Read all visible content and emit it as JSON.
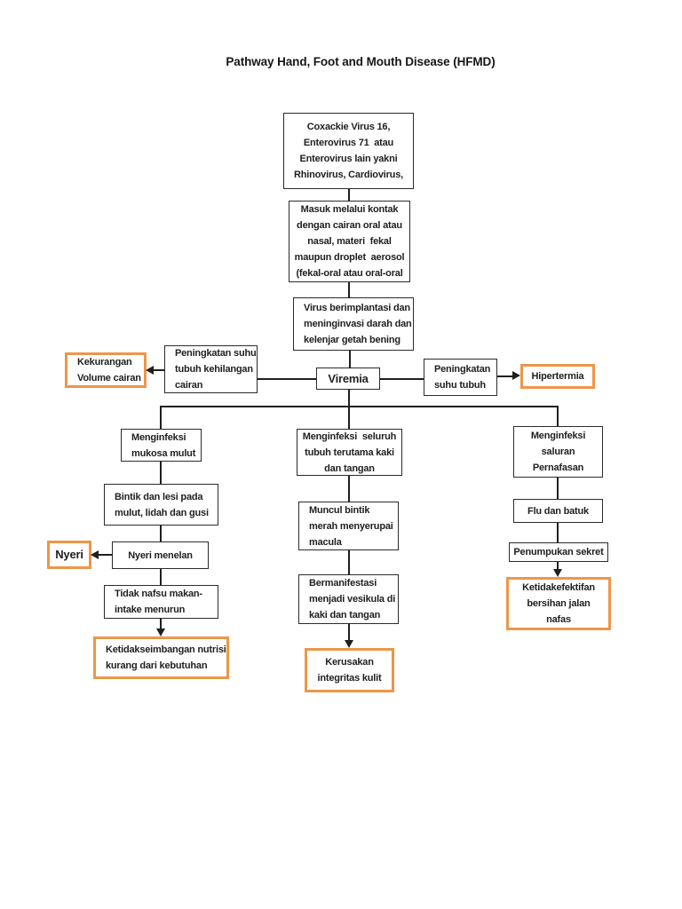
{
  "title": "Pathway Hand, Foot and Mouth Disease (HFMD)",
  "colors": {
    "accent_orange": "#ED9649",
    "line_black": "#1f1f1f",
    "page_background": "#ffffff"
  },
  "nodes": {
    "virus_source": {
      "text": "Coxackie Virus 16,\nEnterovirus 71  atau\nEnterovirus lain yakni\nRhinovirus, Cardiovirus,"
    },
    "entry_route": {
      "text": "Masuk melalui kontak\ndengan cairan oral atau\nnasal, materi  fekal\nmaupun droplet  aerosol\n(fekal-oral atau oral-oral"
    },
    "implantation": {
      "text": "Virus berimplantasi dan\nmeninginvasi darah dan\nkelenjar getah bening"
    },
    "viremia": {
      "text": "Viremia"
    },
    "peningkatan_suhu_kehilangan": {
      "text": "Peningkatan suhu\ntubuh kehilangan\ncairan"
    },
    "kekurangan_volume": {
      "text": "Kekurangan\nVolume cairan"
    },
    "peningkatan_suhu": {
      "text": "Peningkatan\nsuhu tubuh"
    },
    "hipertermia": {
      "text": "Hipertermia"
    },
    "menginfeksi_mukosa": {
      "text": "Menginfeksi\nmukosa mulut"
    },
    "bintik_lesi": {
      "text": "Bintik dan lesi pada\nmulut, lidah dan gusi"
    },
    "nyeri_menelan": {
      "text": "Nyeri menelan"
    },
    "nyeri": {
      "text": "Nyeri"
    },
    "tidak_nafsu": {
      "text": "Tidak nafsu makan-\nintake menurun"
    },
    "ketidakseimbangan_nutrisi": {
      "text": "Ketidakseimbangan nutrisi\nkurang dari kebutuhan"
    },
    "menginfeksi_seluruh": {
      "text": "Menginfeksi  seluruh\ntubuh terutama kaki\ndan tangan"
    },
    "muncul_bintik": {
      "text": "Muncul bintik\nmerah menyerupai\nmacula"
    },
    "bermanifestasi": {
      "text": "Bermanifestasi\nmenjadi vesikula di\nkaki dan tangan"
    },
    "kerusakan_integritas": {
      "text": "Kerusakan\nintegritas kulit"
    },
    "menginfeksi_saluran": {
      "text": "Menginfeksi\nsaluran\nPernafasan"
    },
    "flu_batuk": {
      "text": "Flu dan batuk"
    },
    "penumpukan_sekret": {
      "text": "Penumpukan sekret"
    },
    "ketidakefektifan": {
      "text": "Ketidakefektifan\nbersihan jalan\nnafas"
    }
  }
}
